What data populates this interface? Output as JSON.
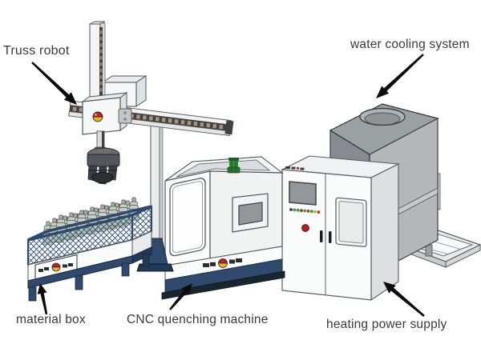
{
  "labels": {
    "truss_robot": "Truss robot",
    "water_cooling": "water cooling system",
    "material_box": "material box",
    "cnc_machine": "CNC quenching machine",
    "heating_supply": "heating power supply"
  },
  "colors": {
    "arrow": "#0c0c0c",
    "navy": "#2f4a6d",
    "navy_dark": "#223a57",
    "base_dark": "#1a2532",
    "logo_red": "#c4221f",
    "logo_yellow": "#e9b423",
    "green_part": "#2e8b3a",
    "machine_white": "#fafbfb",
    "cooler_front": "#878b8f",
    "cooler_side": "#b4b7ba",
    "cooler_top": "#9ba0a3",
    "screen_gray": "#93979a",
    "button_red": "#b5201e"
  },
  "cabinet": {
    "leds": [
      "#3c423c",
      "#2f9e3a",
      "#2f9e3a",
      "#a8322a",
      "#2f9e3a",
      "#c03229",
      "#2f9e3a",
      "#cdb42e",
      "#c03229"
    ]
  }
}
